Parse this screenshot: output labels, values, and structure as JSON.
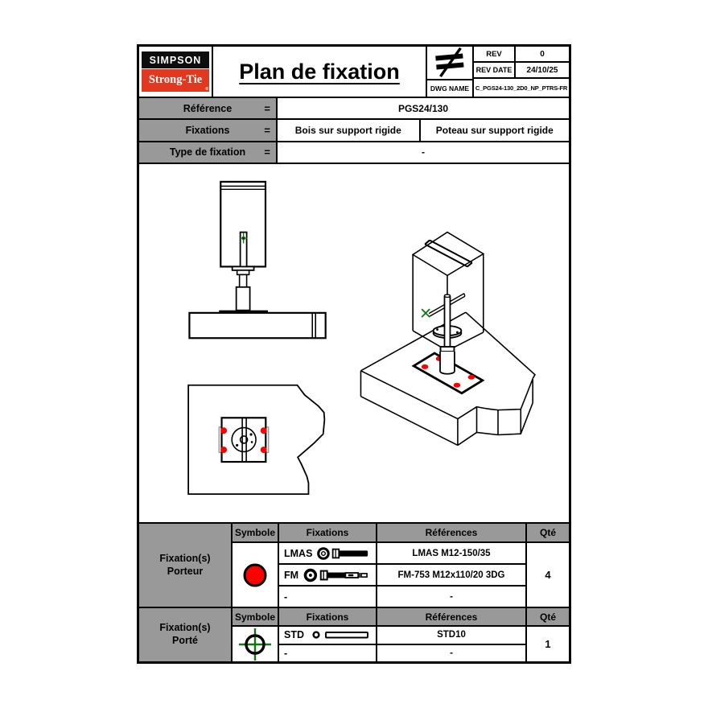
{
  "header": {
    "logo": {
      "top": "SIMPSON",
      "bottom": "Strong-Tie",
      "reg": "®"
    },
    "title": "Plan de fixation",
    "rev_label": "REV",
    "rev_value": "0",
    "rev_date_label": "REV DATE",
    "rev_date_value": "24/10/25",
    "dwg_label": "DWG NAME",
    "dwg_value": "C_PGS24-130_2D0_NP_PTRS-FR"
  },
  "info": {
    "rows": [
      {
        "label": "Référence",
        "eq": "=",
        "values": [
          "PGS24/130"
        ]
      },
      {
        "label": "Fixations",
        "eq": "=",
        "values": [
          "Bois sur support rigide",
          "Poteau sur support rigide"
        ]
      },
      {
        "label": "Type de fixation",
        "eq": "=",
        "values": [
          "-"
        ]
      }
    ]
  },
  "porteur": {
    "group_line1": "Fixation(s)",
    "group_line2": "Porteur",
    "headers": {
      "symbole": "Symbole",
      "fixations": "Fixations",
      "references": "Références",
      "qte": "Qté"
    },
    "symbol": "red-filled-circle",
    "rows": [
      {
        "name": "LMAS",
        "icon": "washer-and-bolt",
        "ref": "LMAS M12-150/35"
      },
      {
        "name": "FM",
        "icon": "washer-and-expansion-anchor",
        "ref": "FM-753 M12x110/20 3DG"
      },
      {
        "name": "-",
        "icon": "",
        "ref": "-"
      }
    ],
    "qty": "4"
  },
  "porte": {
    "group_line1": "Fixation(s)",
    "group_line2": "Porté",
    "headers": {
      "symbole": "Symbole",
      "fixations": "Fixations",
      "references": "Références",
      "qte": "Qté"
    },
    "symbol": "green-crosshair-circle",
    "rows": [
      {
        "name": "STD",
        "icon": "dowel-pin-rod",
        "ref": "STD10"
      },
      {
        "name": "-",
        "icon": "",
        "ref": "-"
      }
    ],
    "qty": "1"
  },
  "colors": {
    "cell_gray": "#999999",
    "logo_red": "#e0391f",
    "logo_black": "#0d0d0d",
    "anchor_red": "#ff0000",
    "marker_green": "#117711",
    "line_black": "#000000"
  }
}
